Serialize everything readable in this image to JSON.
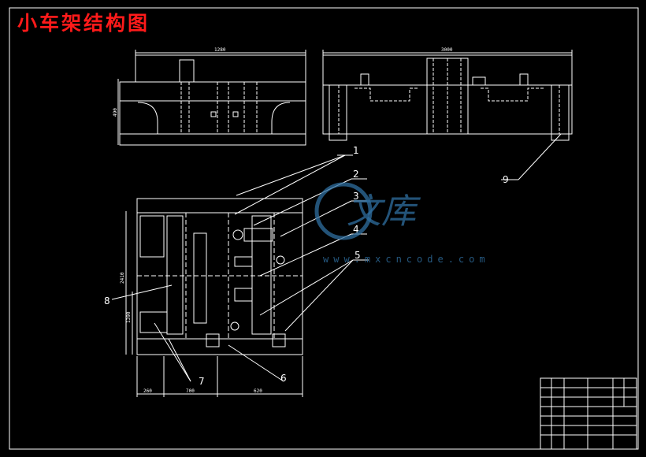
{
  "title": "小车架结构图",
  "dimensions": {
    "top_left_width": "1280",
    "top_right_width": "3000",
    "left_height": "490",
    "bottom_a": "260",
    "bottom_b": "700",
    "bottom_c": "620",
    "side_a": "2410",
    "side_b": "1390"
  },
  "callouts": [
    "1",
    "2",
    "3",
    "4",
    "5",
    "6",
    "7",
    "8",
    "9"
  ],
  "watermark": {
    "site": "www.mxcncode.com",
    "chinese": "文库"
  },
  "colors": {
    "background": "#000000",
    "lines": "#ffffff",
    "title": "#ff1a1a",
    "watermark": "#2f6fa0"
  }
}
